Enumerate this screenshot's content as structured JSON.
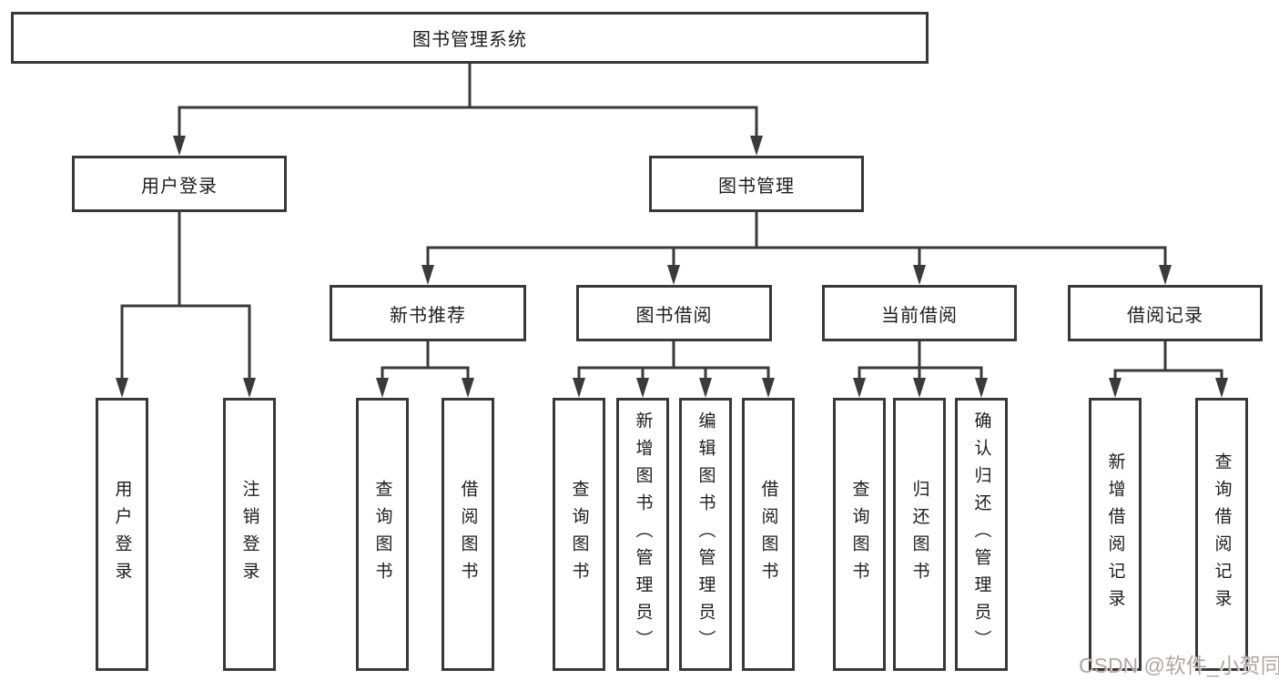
{
  "diagram": {
    "root": {
      "label": "图书管理系统"
    },
    "branches": [
      {
        "label": "用户登录",
        "children": [
          {
            "label": "用户登录"
          },
          {
            "label": "注销登录"
          }
        ]
      },
      {
        "label": "图书管理",
        "children": [
          {
            "label": "新书推荐",
            "children": [
              {
                "label": "查询图书"
              },
              {
                "label": "借阅图书"
              }
            ]
          },
          {
            "label": "图书借阅",
            "children": [
              {
                "label": "查询图书"
              },
              {
                "label": "新增图书（管理员）"
              },
              {
                "label": "编辑图书（管理员）"
              },
              {
                "label": "借阅图书"
              }
            ]
          },
          {
            "label": "当前借阅",
            "children": [
              {
                "label": "查询图书"
              },
              {
                "label": "归还图书"
              },
              {
                "label": "确认归还（管理员）"
              }
            ]
          },
          {
            "label": "借阅记录",
            "children": [
              {
                "label": "新增借阅记录"
              },
              {
                "label": "查询借阅记录"
              }
            ]
          }
        ]
      }
    ]
  },
  "watermark": {
    "text": "CSDN @软件_小贺同学"
  },
  "colors": {
    "line": "#3a3a3a",
    "box_border": "#383838",
    "text": "#1d1d1d",
    "background": "#ffffff",
    "watermark": "#b4a5a5"
  }
}
